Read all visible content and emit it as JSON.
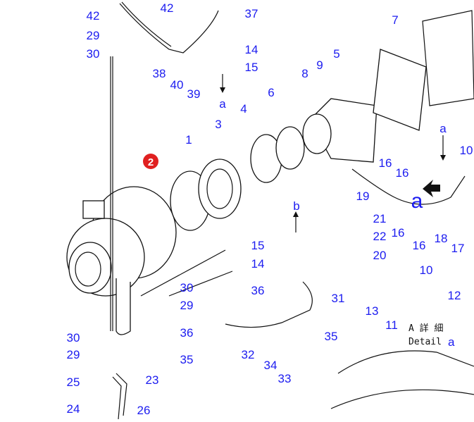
{
  "labels": [
    "42",
    "29",
    "30",
    "42",
    "37",
    "14",
    "15",
    "38",
    "40",
    "39",
    "a",
    "8",
    "9",
    "5",
    "7",
    "6",
    "4",
    "3",
    "1",
    "a",
    "10",
    "16",
    "16",
    "19",
    "a",
    "21",
    "22",
    "16",
    "16",
    "18",
    "17",
    "20",
    "b",
    "15",
    "14",
    "36",
    "31",
    "10",
    "13",
    "11",
    "12",
    "30",
    "29",
    "36",
    "35",
    "35",
    "32",
    "34",
    "33",
    "30",
    "29",
    "25",
    "23",
    "24",
    "26"
  ],
  "callout": "2",
  "detail_note": {
    "line1": "A 詳 細",
    "line2": "Detail",
    "ref": "a"
  },
  "colors": {
    "label": "#1c1cf0",
    "callout": "#e02020"
  }
}
